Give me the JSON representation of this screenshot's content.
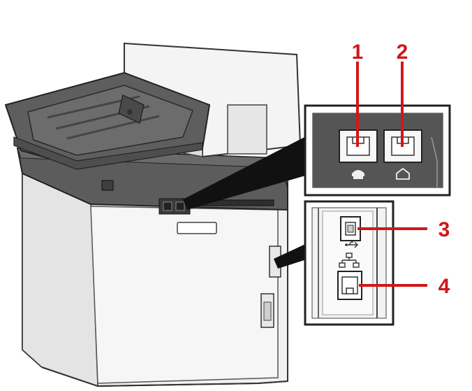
{
  "callouts": [
    {
      "label": "1",
      "part": "line-jack"
    },
    {
      "label": "2",
      "part": "tel-jack"
    },
    {
      "label": "3",
      "part": "usb-port"
    },
    {
      "label": "4",
      "part": "network-port"
    }
  ],
  "icons": {
    "line_jack": "telephone-icon",
    "tel_jack": "home-phone-icon",
    "usb_port": "usb-icon",
    "network_port": "network-icon"
  },
  "colors": {
    "callout": "#d01818",
    "panel_dark": "#505050",
    "body_light": "#f2f2f2"
  }
}
